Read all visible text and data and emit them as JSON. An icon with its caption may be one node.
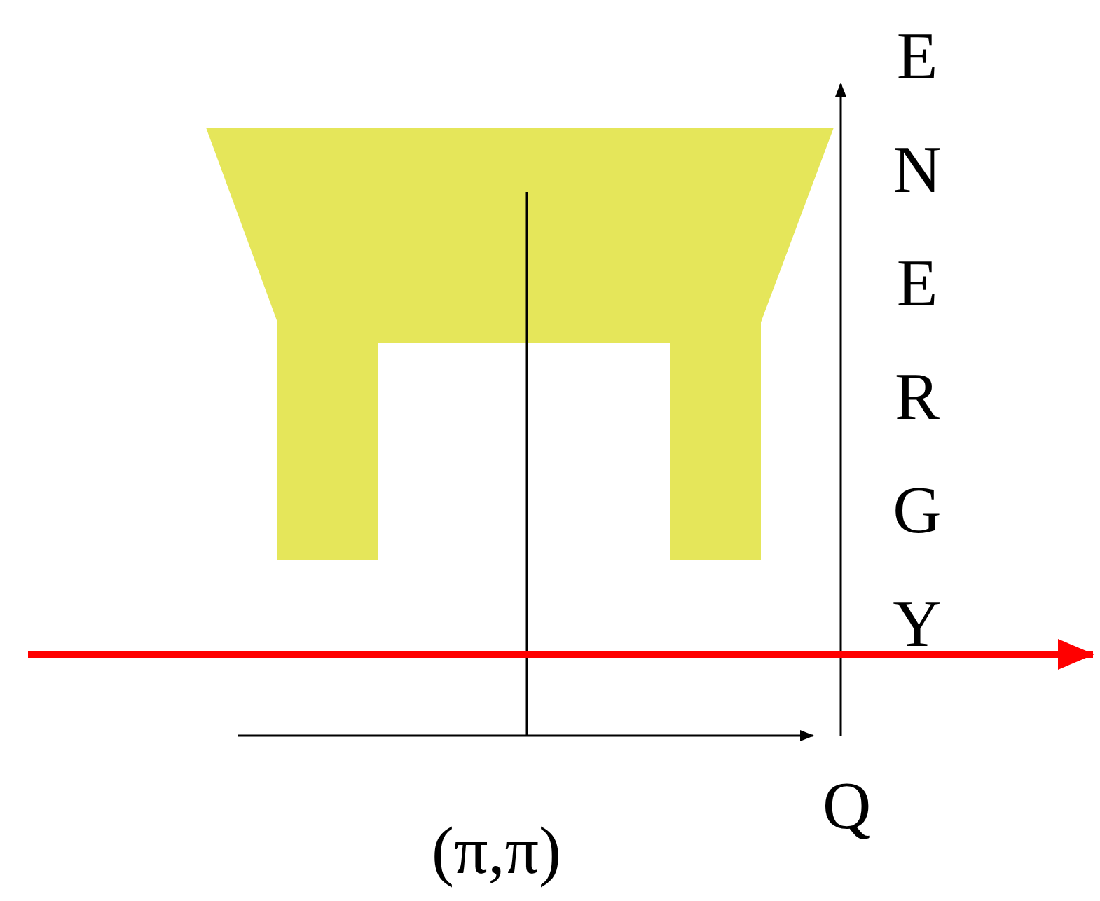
{
  "diagram": {
    "labels": [
      "ENERGY",
      "Q",
      "(π,π)"
    ]
  }
}
